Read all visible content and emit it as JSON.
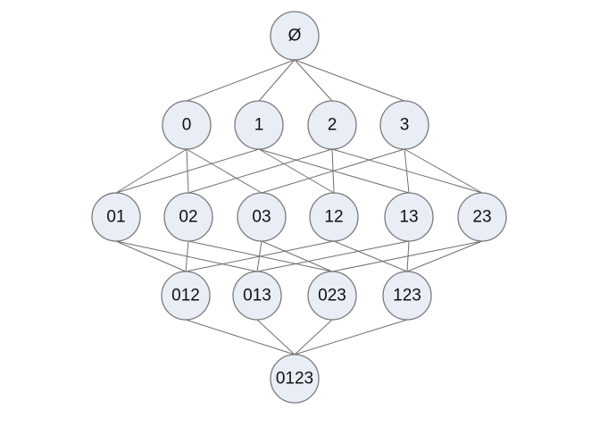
{
  "diagram": {
    "type": "hasse-diagram",
    "levels": [
      [
        "Ø"
      ],
      [
        "0",
        "1",
        "2",
        "3"
      ],
      [
        "01",
        "02",
        "03",
        "12",
        "13",
        "23"
      ],
      [
        "012",
        "013",
        "023",
        "123"
      ],
      [
        "0123"
      ]
    ],
    "colors": {
      "node_fill": "#e8edf6",
      "node_stroke": "#7a7a7a",
      "edge": "#6e6e6e"
    }
  }
}
